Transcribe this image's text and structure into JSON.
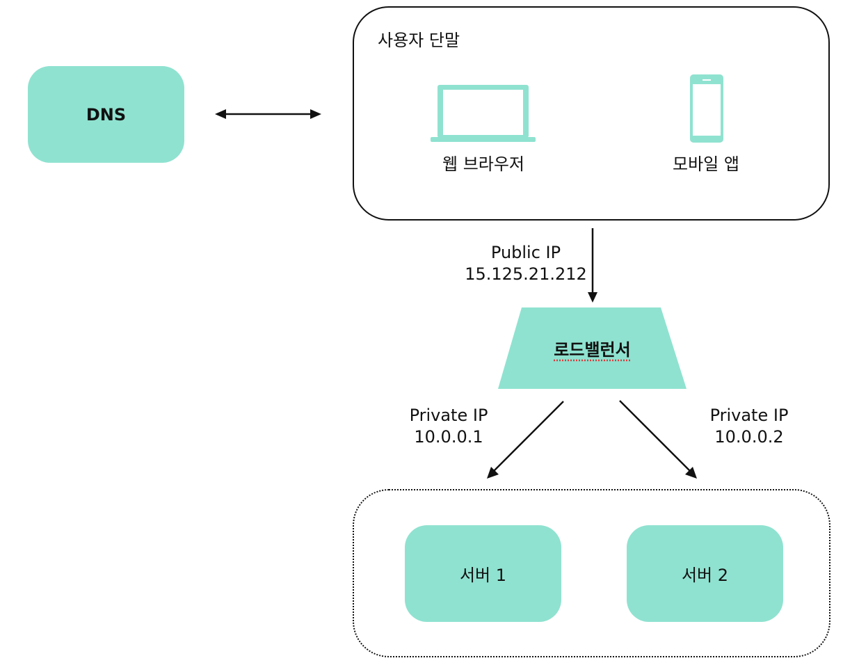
{
  "colors": {
    "node_fill": "#8fe2d0",
    "stroke": "#111111",
    "background": "#ffffff"
  },
  "dns": {
    "label": "DNS"
  },
  "client_group": {
    "title": "사용자 단말",
    "devices": [
      {
        "label": "웹 브라우저",
        "icon": "laptop-icon"
      },
      {
        "label": "모바일 앱",
        "icon": "mobile-phone-icon"
      }
    ]
  },
  "edges": {
    "public": {
      "line1": "Public IP",
      "line2": "15.125.21.212"
    },
    "private_1": {
      "line1": "Private IP",
      "line2": "10.0.0.1"
    },
    "private_2": {
      "line1": "Private IP",
      "line2": "10.0.0.2"
    }
  },
  "load_balancer": {
    "label": "로드밸런서"
  },
  "servers": [
    {
      "label": "서버 1"
    },
    {
      "label": "서버 2"
    }
  ]
}
